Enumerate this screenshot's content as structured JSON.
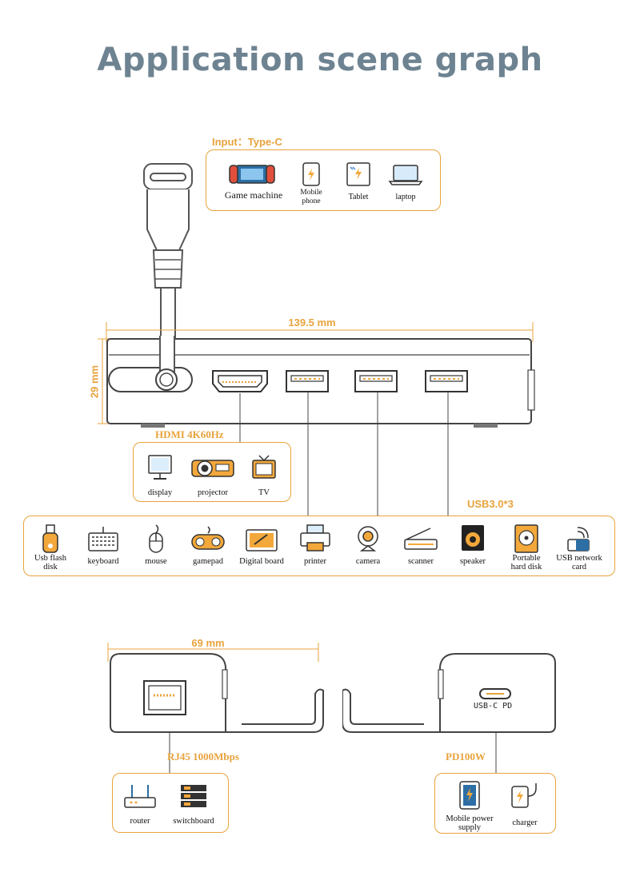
{
  "title": "Application scene graph",
  "colors": {
    "accent": "#e8a33d",
    "title": "#6e8391",
    "device": "#555555"
  },
  "input": {
    "label": "Input：Type-C",
    "devices": [
      {
        "icon": "game-machine-icon",
        "label": "Game machine"
      },
      {
        "icon": "mobile-phone-icon",
        "label": "Mobile phone"
      },
      {
        "icon": "tablet-icon",
        "label": "Tablet"
      },
      {
        "icon": "laptop-icon",
        "label": "laptop"
      }
    ]
  },
  "dimensions": {
    "length": "139.5 mm",
    "height": "29 mm",
    "width": "69 mm"
  },
  "hdmi": {
    "label": "HDMI 4K60Hz",
    "devices": [
      {
        "icon": "display-icon",
        "label": "display"
      },
      {
        "icon": "projector-icon",
        "label": "projector"
      },
      {
        "icon": "tv-icon",
        "label": "TV"
      }
    ]
  },
  "usb": {
    "label": "USB3.0*3",
    "devices": [
      {
        "icon": "usb-flash-disk-icon",
        "label": "Usb flash disk"
      },
      {
        "icon": "keyboard-icon",
        "label": "keyboard"
      },
      {
        "icon": "mouse-icon",
        "label": "mouse"
      },
      {
        "icon": "gamepad-icon",
        "label": "gamepad"
      },
      {
        "icon": "digital-board-icon",
        "label": "Digital board"
      },
      {
        "icon": "printer-icon",
        "label": "printer"
      },
      {
        "icon": "camera-icon",
        "label": "camera"
      },
      {
        "icon": "scanner-icon",
        "label": "scanner"
      },
      {
        "icon": "speaker-icon",
        "label": "speaker"
      },
      {
        "icon": "portable-hard-disk-icon",
        "label": "Portable hard disk"
      },
      {
        "icon": "usb-network-card-icon",
        "label": "USB network card"
      }
    ]
  },
  "rj45": {
    "label": "RJ45 1000Mbps",
    "devices": [
      {
        "icon": "router-icon",
        "label": "router"
      },
      {
        "icon": "switchboard-icon",
        "label": "switchboard"
      }
    ]
  },
  "pd": {
    "label": "PD100W",
    "port_label": "USB-C  PD",
    "devices": [
      {
        "icon": "power-bank-icon",
        "label": "Mobile power supply"
      },
      {
        "icon": "charger-icon",
        "label": "charger"
      }
    ]
  }
}
